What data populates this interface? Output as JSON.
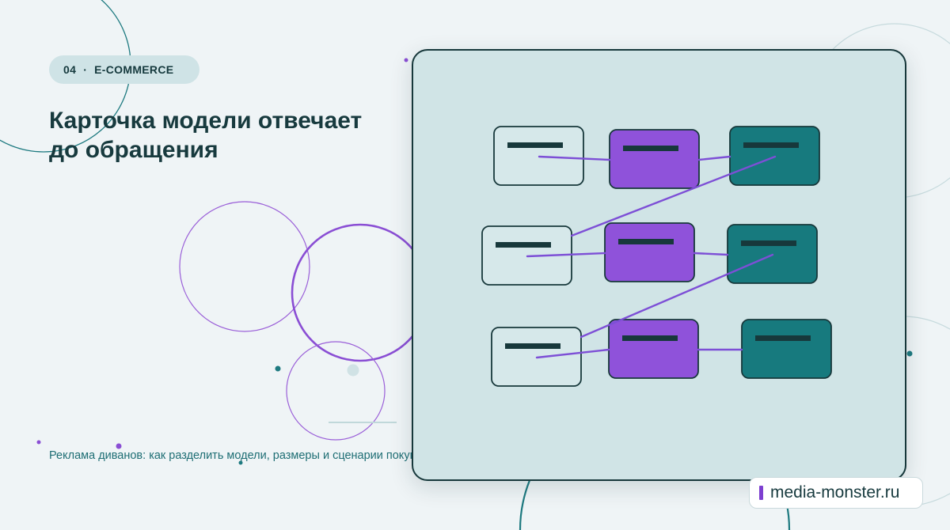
{
  "tag": {
    "number": "04",
    "separator": "·",
    "label": "E-COMMERCE"
  },
  "title": "Карточка модели отвечает до обращения",
  "subtitle": "Реклама диванов: как разделить модели, размеры и сценарии покупки",
  "brand": "media-monster.ru",
  "colors": {
    "background": "#eff4f6",
    "panel": "#d0e4e6",
    "outline": "#17383b",
    "node_light": "#d6e8ea",
    "node_purple": "#8f52da",
    "node_teal": "#177a7e",
    "connector": "#7d4fd6",
    "text_dark": "#173a3e",
    "text_teal": "#1e6e74"
  },
  "diagram": {
    "rows": [
      {
        "nodes": [
          {
            "kind": "light"
          },
          {
            "kind": "purple"
          },
          {
            "kind": "teal"
          }
        ]
      },
      {
        "nodes": [
          {
            "kind": "light"
          },
          {
            "kind": "purple"
          },
          {
            "kind": "teal"
          }
        ]
      },
      {
        "nodes": [
          {
            "kind": "light"
          },
          {
            "kind": "purple"
          },
          {
            "kind": "teal"
          }
        ]
      }
    ]
  }
}
